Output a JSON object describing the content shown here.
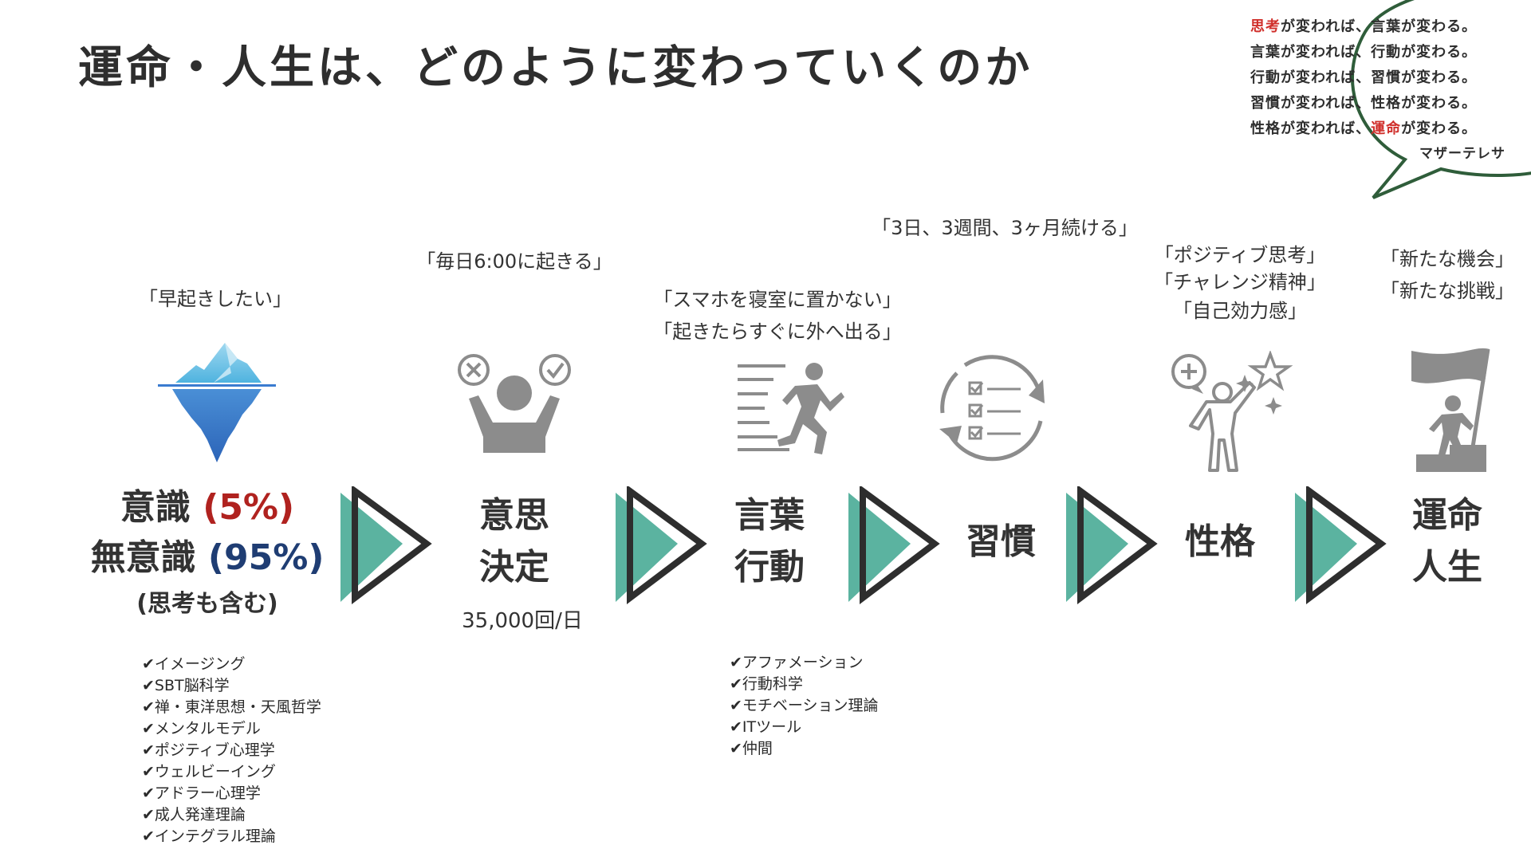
{
  "title": "運命・人生は、どのように変わっていくのか",
  "quote": {
    "lines": [
      {
        "hl": "思考",
        "rest": "が変われば、言葉が変わる。"
      },
      {
        "hl": "",
        "rest": "言葉が変われば、行動が変わる。"
      },
      {
        "hl": "",
        "rest": "行動が変われば、習慣が変わる。"
      },
      {
        "hl": "",
        "rest": "習慣が変われば、性格が変わる。"
      }
    ],
    "last_line": {
      "pre": "性格が変われば、",
      "hl": "運命",
      "post": "が変わる。"
    },
    "author": "マザーテレサ"
  },
  "stages": {
    "consciousness": {
      "example": "「早起きしたい」",
      "line1": "意識",
      "line1_pct": "(5%)",
      "line2": "無意識",
      "line2_pct": "(95%)",
      "sub": "(思考も含む)",
      "icon": "iceberg-icon",
      "checklist": [
        "イメージング",
        "SBT脳科学",
        "禅・東洋思想・天風哲学",
        "メンタルモデル",
        "ポジティブ心理学",
        "ウェルビーイング",
        "アドラー心理学",
        "成人発達理論",
        "インテグラル理論"
      ]
    },
    "decision": {
      "example": "「毎日6:00に起きる」",
      "line1": "意思",
      "line2": "決定",
      "count": "35,000回/日",
      "icon": "decision-person-icon"
    },
    "action": {
      "example1": "「スマホを寝室に置かない」",
      "example2": "「起きたらすぐに外へ出る」",
      "line1": "言葉",
      "line2": "行動",
      "icon": "running-person-icon",
      "checklist": [
        "アファメーション",
        "行動科学",
        "モチベーション理論",
        "ITツール",
        "仲間"
      ]
    },
    "habit": {
      "example": "「3日、3週間、3ヶ月続ける」",
      "label": "習慣",
      "icon": "cycle-checklist-icon"
    },
    "character": {
      "example1": "「ポジティブ思考」",
      "example2": "「チャレンジ精神」",
      "example3": "「自己効力感」",
      "label": "性格",
      "icon": "person-stars-icon"
    },
    "destiny": {
      "example1": "「新たな機会」",
      "example2": "「新たな挑戦」",
      "line1": "運命",
      "line2": "人生",
      "icon": "flag-summit-icon"
    }
  },
  "check_mark": "✔",
  "colors": {
    "arrow_fill": "#5bb3a0",
    "arrow_stroke": "#2e2e2e",
    "icon_gray": "#8c8c8c",
    "bubble_stroke": "#2f5d3a",
    "highlight_red": "#d0302c",
    "pct_red": "#b0221f",
    "pct_blue": "#1f3d73"
  }
}
